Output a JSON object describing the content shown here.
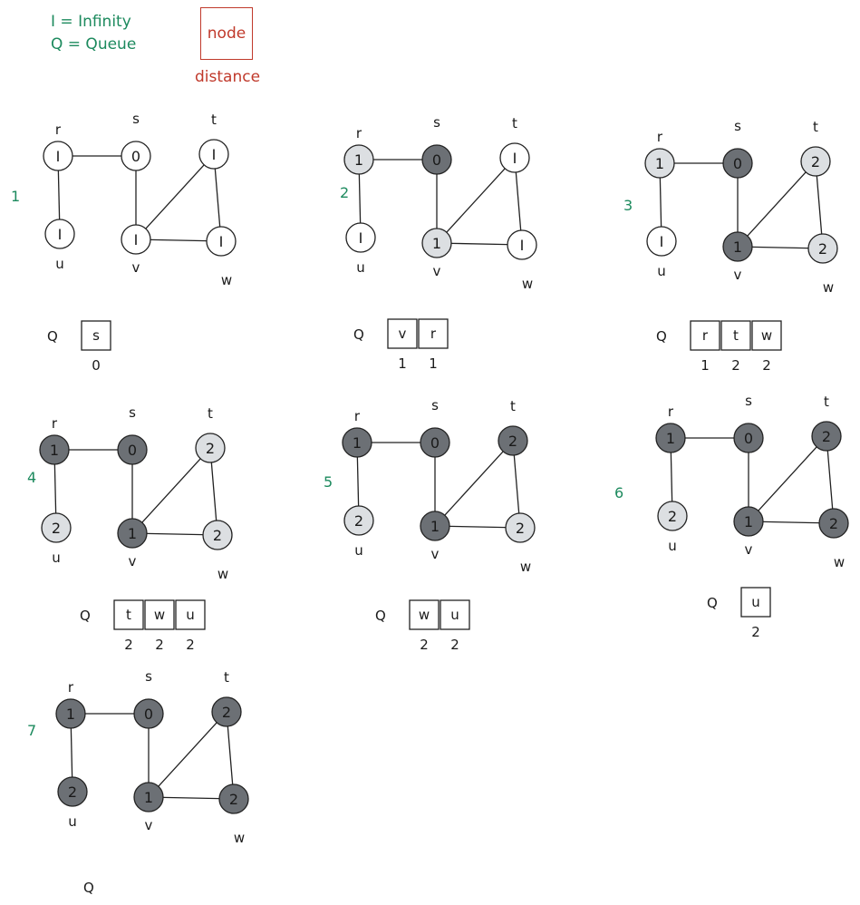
{
  "legend": {
    "line1": "I = Infinity",
    "line2": "Q = Queue",
    "node_box_label": "node",
    "distance_caption": "distance"
  },
  "colors": {
    "white": "#ffffff",
    "gray": "#dcdfe2",
    "black": "#6c7075",
    "edge": "#222222",
    "step_number": "#1d8a5e",
    "legend_green": "#1d8a5e",
    "legend_red": "#c0392b"
  },
  "queue_prefix": "Q",
  "node_names": [
    "r",
    "s",
    "t",
    "u",
    "v",
    "w"
  ],
  "edges": [
    [
      "r",
      "s"
    ],
    [
      "r",
      "u"
    ],
    [
      "s",
      "v"
    ],
    [
      "t",
      "v"
    ],
    [
      "t",
      "w"
    ],
    [
      "v",
      "w"
    ]
  ],
  "steps": [
    {
      "step": "1",
      "nodes": {
        "r": {
          "d": "I",
          "c": "white"
        },
        "s": {
          "d": "0",
          "c": "white"
        },
        "t": {
          "d": "I",
          "c": "white"
        },
        "u": {
          "d": "I",
          "c": "white"
        },
        "v": {
          "d": "I",
          "c": "white"
        },
        "w": {
          "d": "I",
          "c": "white"
        }
      },
      "queue": [
        {
          "n": "s",
          "d": "0"
        }
      ]
    },
    {
      "step": "2",
      "nodes": {
        "r": {
          "d": "1",
          "c": "gray"
        },
        "s": {
          "d": "0",
          "c": "black"
        },
        "t": {
          "d": "I",
          "c": "white"
        },
        "u": {
          "d": "I",
          "c": "white"
        },
        "v": {
          "d": "1",
          "c": "gray"
        },
        "w": {
          "d": "I",
          "c": "white"
        }
      },
      "queue": [
        {
          "n": "v",
          "d": "1"
        },
        {
          "n": "r",
          "d": "1"
        }
      ]
    },
    {
      "step": "3",
      "nodes": {
        "r": {
          "d": "1",
          "c": "gray"
        },
        "s": {
          "d": "0",
          "c": "black"
        },
        "t": {
          "d": "2",
          "c": "gray"
        },
        "u": {
          "d": "I",
          "c": "white"
        },
        "v": {
          "d": "1",
          "c": "black"
        },
        "w": {
          "d": "2",
          "c": "gray"
        }
      },
      "queue": [
        {
          "n": "r",
          "d": "1"
        },
        {
          "n": "t",
          "d": "2"
        },
        {
          "n": "w",
          "d": "2"
        }
      ]
    },
    {
      "step": "4",
      "nodes": {
        "r": {
          "d": "1",
          "c": "black"
        },
        "s": {
          "d": "0",
          "c": "black"
        },
        "t": {
          "d": "2",
          "c": "gray"
        },
        "u": {
          "d": "2",
          "c": "gray"
        },
        "v": {
          "d": "1",
          "c": "black"
        },
        "w": {
          "d": "2",
          "c": "gray"
        }
      },
      "queue": [
        {
          "n": "t",
          "d": "2"
        },
        {
          "n": "w",
          "d": "2"
        },
        {
          "n": "u",
          "d": "2"
        }
      ]
    },
    {
      "step": "5",
      "nodes": {
        "r": {
          "d": "1",
          "c": "black"
        },
        "s": {
          "d": "0",
          "c": "black"
        },
        "t": {
          "d": "2",
          "c": "black"
        },
        "u": {
          "d": "2",
          "c": "gray"
        },
        "v": {
          "d": "1",
          "c": "black"
        },
        "w": {
          "d": "2",
          "c": "gray"
        }
      },
      "queue": [
        {
          "n": "w",
          "d": "2"
        },
        {
          "n": "u",
          "d": "2"
        }
      ]
    },
    {
      "step": "6",
      "nodes": {
        "r": {
          "d": "1",
          "c": "black"
        },
        "s": {
          "d": "0",
          "c": "black"
        },
        "t": {
          "d": "2",
          "c": "black"
        },
        "u": {
          "d": "2",
          "c": "gray"
        },
        "v": {
          "d": "1",
          "c": "black"
        },
        "w": {
          "d": "2",
          "c": "black"
        }
      },
      "queue": [
        {
          "n": "u",
          "d": "2"
        }
      ]
    },
    {
      "step": "7",
      "nodes": {
        "r": {
          "d": "1",
          "c": "black"
        },
        "s": {
          "d": "0",
          "c": "black"
        },
        "t": {
          "d": "2",
          "c": "black"
        },
        "u": {
          "d": "2",
          "c": "black"
        },
        "v": {
          "d": "1",
          "c": "black"
        },
        "w": {
          "d": "2",
          "c": "black"
        }
      },
      "queue": []
    }
  ]
}
